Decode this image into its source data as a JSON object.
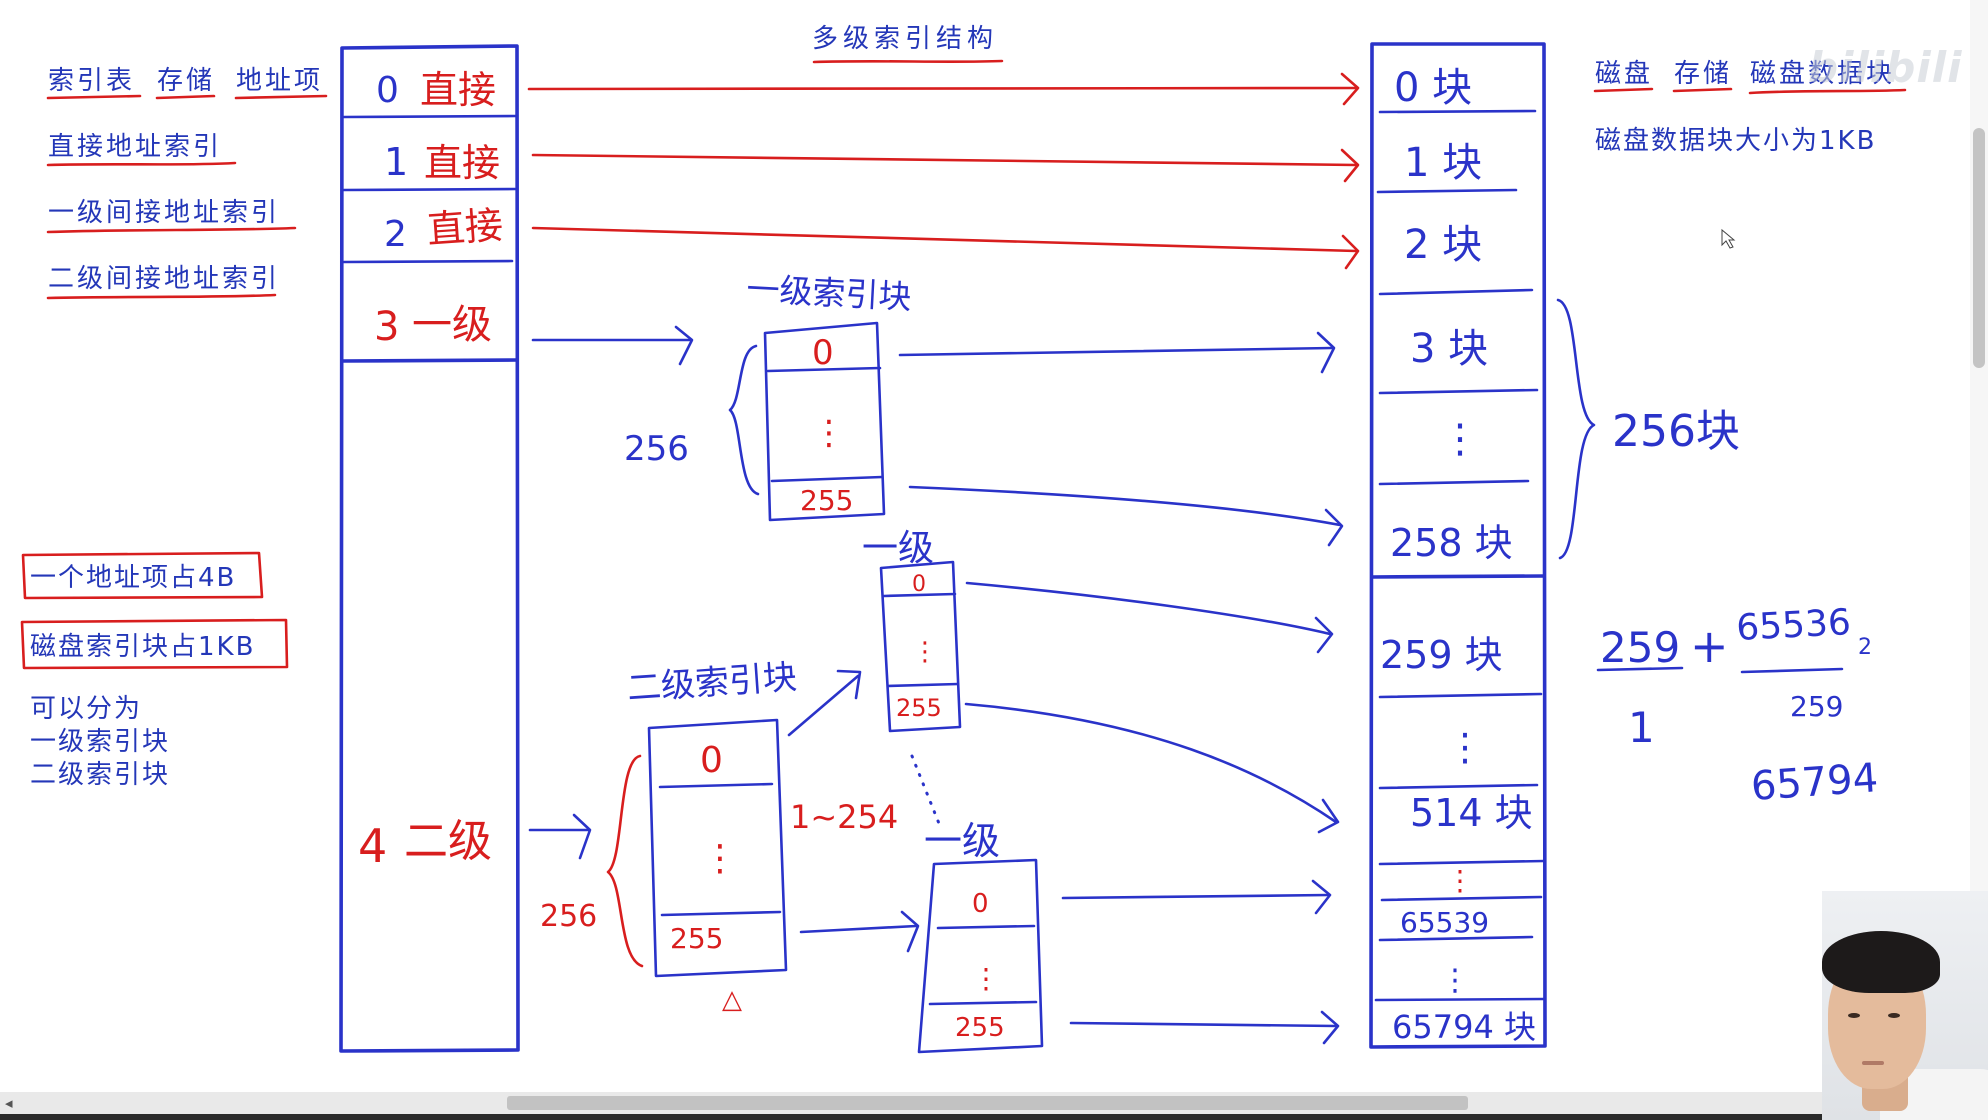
{
  "title": "多级索引结构",
  "index_legend": {
    "items": [
      "索引表",
      "存储",
      "地址项"
    ],
    "direct": "直接地址索引",
    "single_indirect": "一级间接地址索引",
    "double_indirect": "二级间接地址索引"
  },
  "notes": {
    "address_item": "一个地址项占4B",
    "index_block": "磁盘索引块占1KB",
    "divide": "可以分为",
    "level1": "一级索引块",
    "level2": "二级索引块"
  },
  "disk_legend": {
    "items": [
      "磁盘",
      "存储",
      "磁盘数据块"
    ],
    "block_size": "磁盘数据块大小为1KB"
  },
  "index_table": [
    {
      "no": "0",
      "kind": "直接"
    },
    {
      "no": "1",
      "kind": "直接"
    },
    {
      "no": "2",
      "kind": "直接"
    },
    {
      "no": "3",
      "kind": "一级"
    },
    {
      "no": "4",
      "kind": "二级"
    }
  ],
  "disk_blocks": [
    "0 块",
    "1 块",
    "2 块",
    "3 块",
    "⋮",
    "258 块",
    "259 块",
    "⋮",
    "514 块",
    "⋮",
    "65539",
    "⋮",
    "65794 块"
  ],
  "single_index_block": {
    "heading": "一级索引块",
    "entries": [
      "0",
      "⋮",
      "255"
    ],
    "count": "256"
  },
  "single_range": "256块",
  "double_index_block": {
    "heading": "二级索引块",
    "entries": [
      "0",
      "⋮",
      "255"
    ],
    "count": "256",
    "mark": "△"
  },
  "pointer_range": "1~254",
  "level1_blocks": [
    {
      "heading": "一级",
      "entries": [
        "0",
        "⋮",
        "255"
      ]
    },
    {
      "heading": "一级",
      "entries": [
        "0",
        "⋮",
        "255"
      ]
    }
  ],
  "calculation": {
    "a": "259",
    "a_under": "1",
    "op": "+",
    "b": "65536",
    "b_mark": "2",
    "c": "259",
    "result": "65794"
  },
  "scrollbar": {
    "left_arrow": "◂"
  },
  "watermark": "bilibili",
  "colors": {
    "ink_blue": "#2a33c9",
    "ink_red": "#d81e1e",
    "text_blue": "#2437b8",
    "background": "#ffffff"
  }
}
